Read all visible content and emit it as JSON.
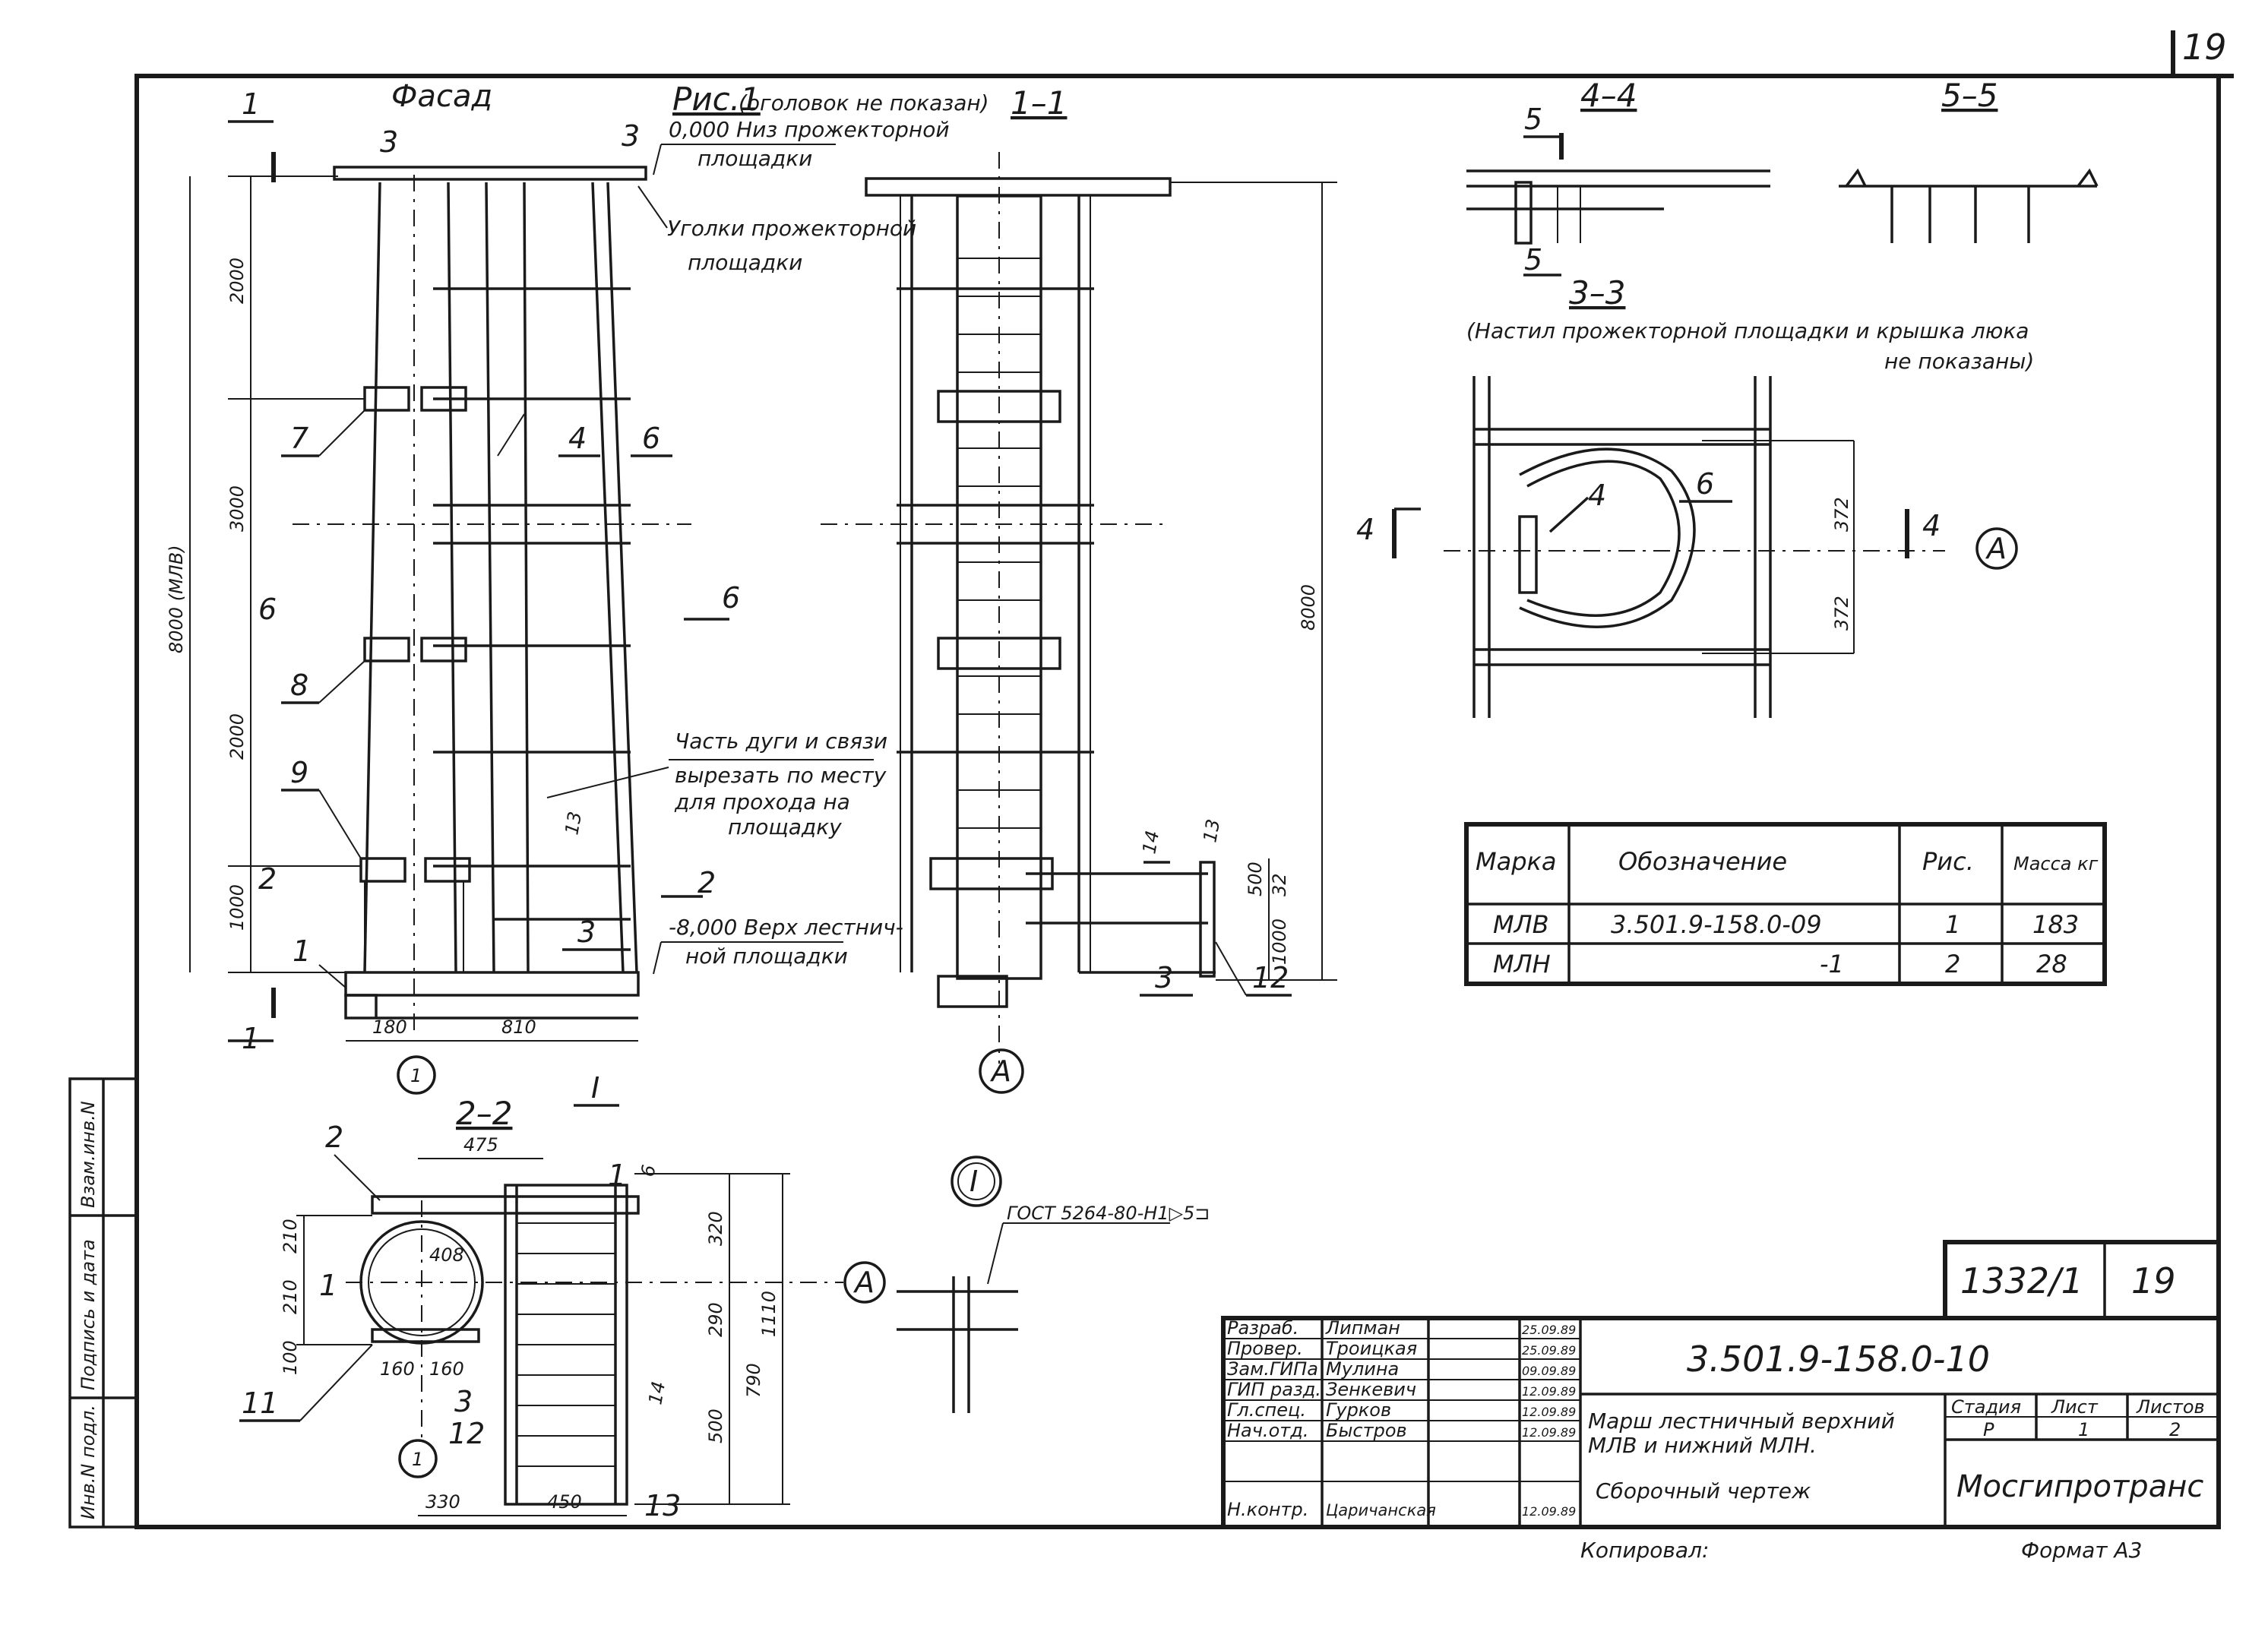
{
  "sheet": {
    "page_number": "19",
    "format": "Формат А3",
    "copied_by_label": "Копировал:"
  },
  "views": {
    "facade": "Фасад",
    "fig1": "Рис.1",
    "fig1_note": "(оголовок не показан)",
    "sec_1_1": "1–1",
    "sec_2_2": "2–2",
    "sec_3_3": "3–3",
    "sec_4_4": "4–4",
    "sec_5_5": "5–5",
    "sec_3_3_note_1": "(Настил прожекторной площадки и крышка люка",
    "sec_3_3_note_2": "не показаны)",
    "detail_I": "I"
  },
  "notes": {
    "top_level_1": "0,000 Низ прожекторной",
    "top_level_2": "площадки",
    "angles_1": "Уголки прожекторной",
    "angles_2": "площадки",
    "cut_1": "Часть дуги и связи",
    "cut_2": "вырезать по месту",
    "cut_3": "для прохода на",
    "cut_4": "площадку",
    "bottom_level_1": "-8,000 Верх лестнич-",
    "bottom_level_2": "ной площадки",
    "weld": "ГОСТ 5264-80-Н1▷5⊐"
  },
  "dims": {
    "d2000a": "2000",
    "d3000": "3000",
    "d2000b": "2000",
    "d1000": "1000",
    "total_mlv": "8000 (МЛВ)",
    "total_right": "8000",
    "d180": "180",
    "d810": "810",
    "d500": "500",
    "d32": "32",
    "d1000r": "1000",
    "d372a": "372",
    "d372b": "372",
    "d475": "475",
    "d408": "408",
    "d210a": "210",
    "d210b": "210",
    "d100": "100",
    "d160a": "160",
    "d160b": "160",
    "d330": "330",
    "d450": "450",
    "d320": "320",
    "d290": "290",
    "d500b": "500",
    "d790": "790",
    "d1110": "1110"
  },
  "marks": {
    "m1": "1",
    "m2": "2",
    "m3": "3",
    "m4": "4",
    "m5": "5",
    "m6": "6",
    "m7": "7",
    "m8": "8",
    "m9": "9",
    "m11": "11",
    "m12": "12",
    "m13": "13",
    "m14": "14",
    "axis_A": "A",
    "axis_1": "1"
  },
  "spec_table": {
    "headers": [
      "Марка",
      "Обозначение",
      "Рис.",
      "Масса кг"
    ],
    "rows": [
      [
        "МЛВ",
        "3.501.9-158.0-09",
        "1",
        "183"
      ],
      [
        "МЛН",
        "-1",
        "2",
        "28"
      ]
    ]
  },
  "title_block": {
    "inventory": "1332/1",
    "sheet_ref": "19",
    "designation": "3.501.9-158.0-10",
    "title_1": "Марш лестничный верхний",
    "title_2": "МЛВ и нижний МЛН.",
    "title_3": "Сборочный чертеж",
    "stage_label": "Стадия",
    "sheet_label": "Лист",
    "sheets_label": "Листов",
    "stage": "Р",
    "sheet": "1",
    "sheets": "2",
    "org": "Мосгипротранс",
    "roles": [
      [
        "Разраб.",
        "Липман",
        "25.09.89"
      ],
      [
        "Провер.",
        "Троицкая",
        "25.09.89"
      ],
      [
        "Зам.ГИПа",
        "Мулина",
        "09.09.89"
      ],
      [
        "ГИП разд.",
        "Зенкевич",
        "12.09.89"
      ],
      [
        "Гл.спец.",
        "Гурков",
        "12.09.89"
      ],
      [
        "Нач.отд.",
        "Быстров",
        "12.09.89"
      ],
      [
        "Н.контр.",
        "Царичанская",
        "12.09.89"
      ]
    ],
    "side_1": "Инв.N подл.",
    "side_2": "Подпись и дата",
    "side_3": "Взам.инв.N"
  }
}
